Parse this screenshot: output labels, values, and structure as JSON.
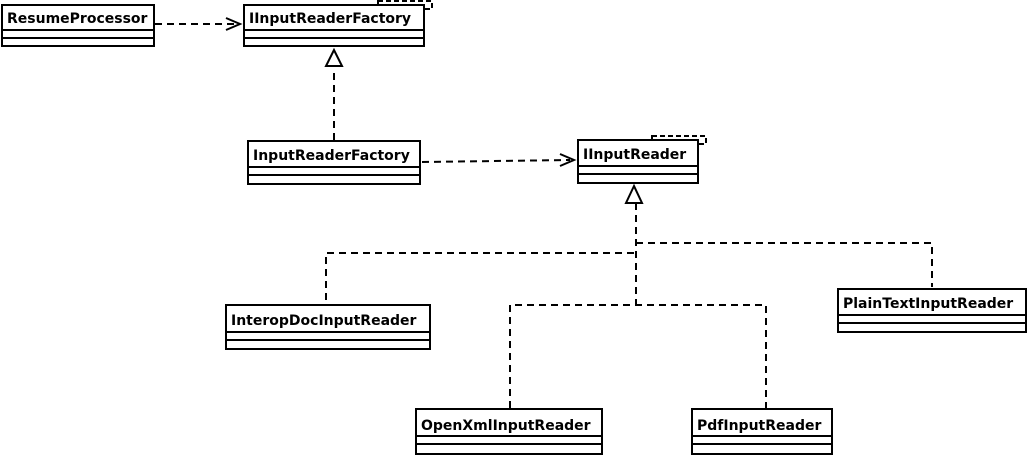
{
  "classes": {
    "resume_processor": "ResumeProcessor",
    "iinput_reader_factory": "IInputReaderFactory",
    "input_reader_factory": "InputReaderFactory",
    "iinput_reader": "IInputReader",
    "interop_doc_input_reader": "InteropDocInputReader",
    "plain_text_input_reader": "PlainTextInputReader",
    "open_xml_input_reader": "OpenXmlInputReader",
    "pdf_input_reader": "PdfInputReader"
  },
  "colors": {
    "line": "#000000",
    "background": "#ffffff"
  }
}
